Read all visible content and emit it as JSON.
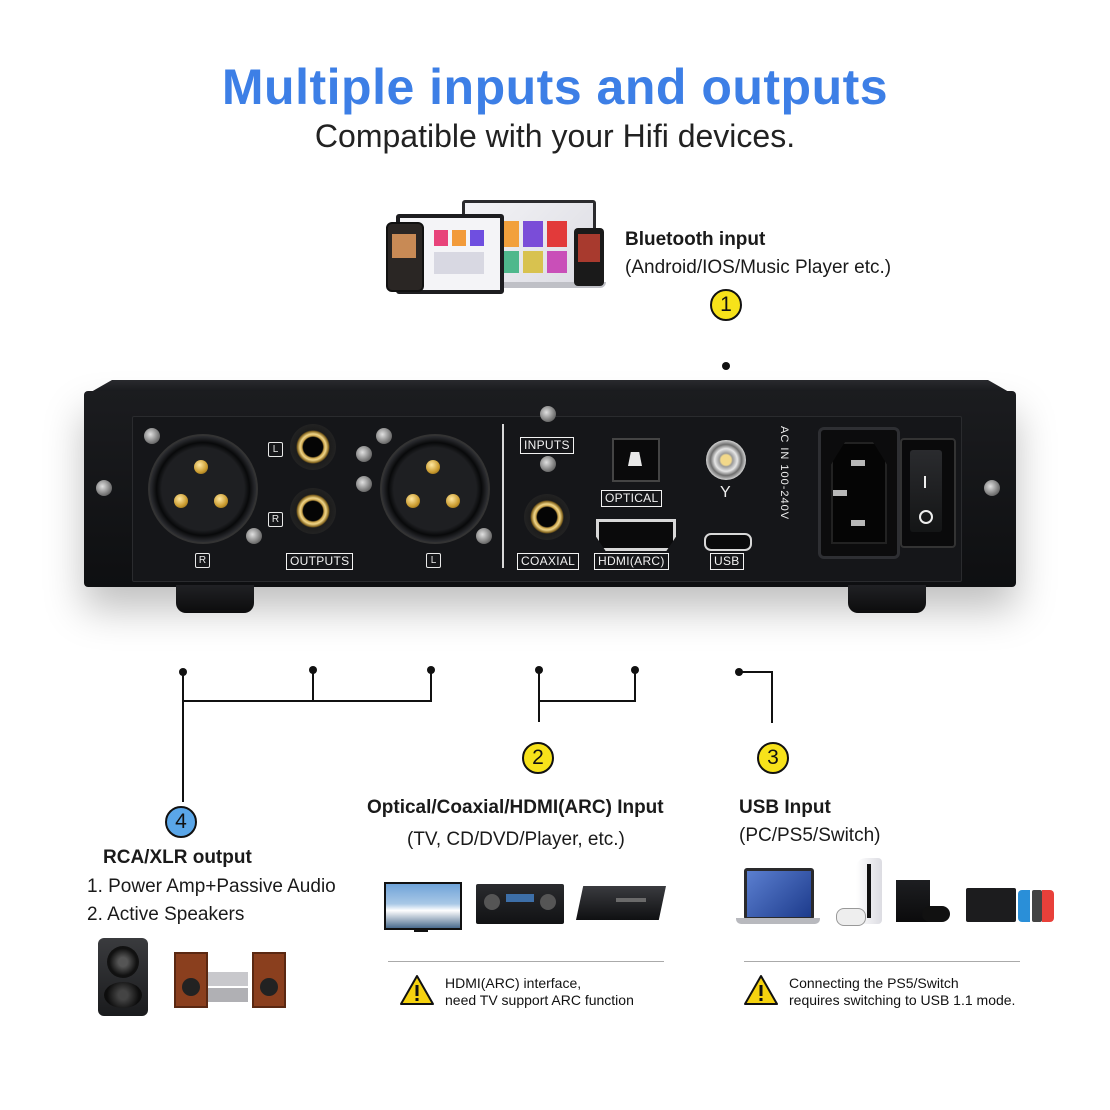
{
  "header": {
    "title": "Multiple inputs and outputs",
    "subtitle": "Compatible with your Hifi devices.",
    "title_color": "#3d7fe6"
  },
  "callouts": {
    "bluetooth": {
      "number": "1",
      "title": "Bluetooth input",
      "desc": "(Android/IOS/Music Player etc.)"
    },
    "digital": {
      "number": "2",
      "title": "Optical/Coaxial/HDMI(ARC) Input",
      "desc": "(TV, CD/DVD/Player, etc.)"
    },
    "usb": {
      "number": "3",
      "title": "USB Input",
      "desc": "(PC/PS5/Switch)"
    },
    "output": {
      "number": "4",
      "title": "RCA/XLR output",
      "items": [
        "1. Power Amp+Passive Audio",
        "2. Active Speakers"
      ]
    }
  },
  "badge_colors": {
    "yellow": "#f7e21a",
    "blue": "#5aa6e8"
  },
  "device": {
    "labels": {
      "inputs": "INPUTS",
      "optical": "OPTICAL",
      "coaxial": "COAXIAL",
      "hdmi": "HDMI(ARC)",
      "usb": "USB",
      "outputs": "OUTPUTS",
      "ac": "AC IN 100-240V",
      "left": "L",
      "right": "R"
    }
  },
  "warnings": {
    "hdmi": {
      "line1": "HDMI(ARC) interface,",
      "line2": "need TV support ARC function"
    },
    "ps5": {
      "line1": "Connecting the PS5/Switch",
      "line2": "requires switching to USB 1.1 mode."
    }
  }
}
